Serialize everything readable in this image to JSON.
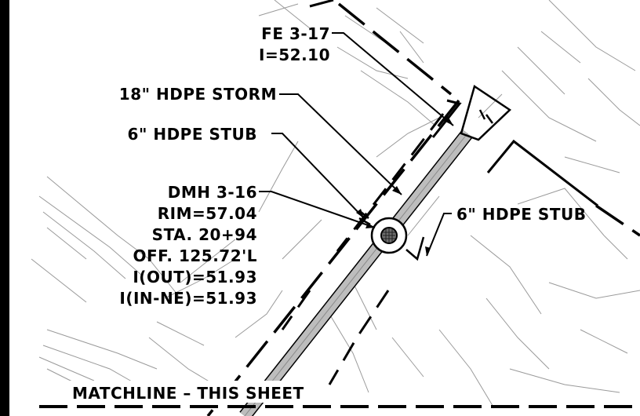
{
  "labels": {
    "fe_name": "FE 3-17",
    "fe_invert": "I=52.10",
    "storm_pipe": "18\" HDPE STORM",
    "stub_left": "6\" HDPE STUB",
    "stub_right": "6\" HDPE STUB",
    "dmh_name": "DMH 3-16",
    "dmh_rim": "RIM=57.04",
    "dmh_station": "STA. 20+94",
    "dmh_offset": "OFF. 125.72'L",
    "dmh_invert_out": "I(OUT)=51.93",
    "dmh_invert_in": "I(IN-NE)=51.93",
    "matchline": "MATCHLINE – THIS SHEET"
  },
  "colors": {
    "ink": "#000000",
    "pipe_fill": "#bdbdbd",
    "contour": "#9a9a9a",
    "background": "#ffffff"
  }
}
